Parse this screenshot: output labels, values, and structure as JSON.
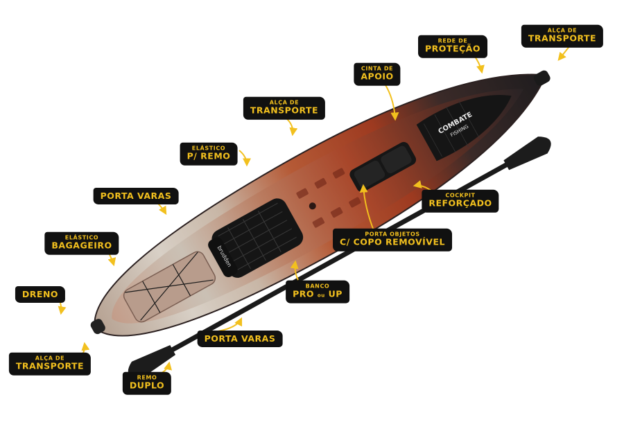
{
  "labels": {
    "alca_transporte_top": {
      "line1": "ALÇA DE",
      "line2": "TRANSPORTE"
    },
    "rede_protecao": {
      "line1": "REDE DE",
      "line2": "PROTEÇÃO"
    },
    "cinta_apoio": {
      "line1": "CINTA DE",
      "line2": "APOIO"
    },
    "alca_transporte_mid": {
      "line1": "ALÇA DE",
      "line2": "TRANSPORTE"
    },
    "elastico_remo": {
      "line1": "ELÁSTICO",
      "line2": "P/ REMO"
    },
    "porta_varas_left": {
      "line1": "PORTA VARAS"
    },
    "cockpit": {
      "line1": "COCKPIT",
      "line2": "REFORÇADO"
    },
    "porta_objetos": {
      "line1": "PORTA OBJETOS",
      "line2": "C/ COPO REMOVÍVEL"
    },
    "elastico_bagageiro": {
      "line1": "ELÁSTICO",
      "line2": "BAGAGEIRO"
    },
    "banco": {
      "line1": "BANCO",
      "line2a": "PRO",
      "line2b": "ou",
      "line2c": "UP"
    },
    "dreno": {
      "line1": "DRENO"
    },
    "porta_varas_bottom": {
      "line1": "PORTA VARAS"
    },
    "alca_transporte_bottom": {
      "line1": "ALÇA DE",
      "line2": "TRANSPORTE"
    },
    "remo": {
      "line1": "REMO",
      "line2": "DUPLO"
    }
  },
  "decals": {
    "brand_line1": "COMBATE",
    "brand_line2": "FISHING",
    "seat_brand": "brudden"
  },
  "colors": {
    "label_bg": "#111111",
    "label_text": "#f2c01e",
    "hull_bow": "#2a2628",
    "hull_mid": "#b04a28",
    "hull_stern": "#c9c0b0"
  }
}
